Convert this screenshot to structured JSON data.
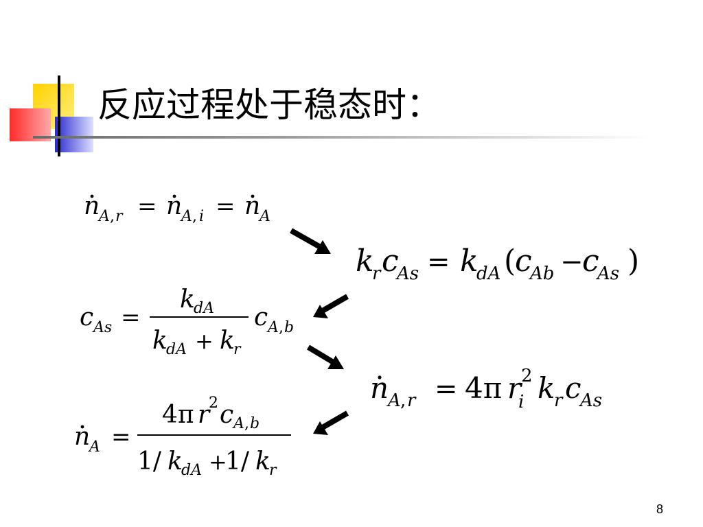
{
  "slide": {
    "title": "反应过程处于稳态时：",
    "page_number": "8",
    "colors": {
      "deco_yellow": "#ffcc00",
      "deco_red": "#ff3333",
      "deco_blue": "#3333cc",
      "deco_black": "#000000"
    }
  },
  "equations": {
    "eq1": {
      "n": "n",
      "A": "A",
      "comma": ",",
      "r": "r",
      "i": "i",
      "equals": "="
    },
    "eq2": {
      "k": "k",
      "r": "r",
      "c": "c",
      "As": "As",
      "dA": "dA",
      "Ab": "Ab",
      "equals": "=",
      "minus": "−",
      "lparen": "(",
      "rparen": ")"
    },
    "eq3": {
      "c": "c",
      "As": "As",
      "k": "k",
      "dA": "dA",
      "r": "r",
      "A": "A",
      "comma": ",",
      "b": "b",
      "equals": "=",
      "plus": "+"
    },
    "eq4": {
      "n": "n",
      "A": "A",
      "comma": ",",
      "r": "r",
      "four_pi": "4π",
      "i": "i",
      "two": "2",
      "k": "k",
      "c": "c",
      "As": "As",
      "equals": "="
    },
    "eq5": {
      "n": "n",
      "A": "A",
      "four_pi": "4π",
      "r": "r",
      "two": "2",
      "c": "c",
      "comma": ",",
      "b": "b",
      "one_slash": "1/",
      "k": "k",
      "dA": "dA",
      "plus": "+",
      "equals": "="
    }
  },
  "arrows": [
    {
      "name": "arrow-down-right",
      "direction": "down-right"
    },
    {
      "name": "arrow-down-left",
      "direction": "down-left"
    },
    {
      "name": "arrow-down-right",
      "direction": "down-right"
    },
    {
      "name": "arrow-down-left",
      "direction": "down-left"
    }
  ]
}
